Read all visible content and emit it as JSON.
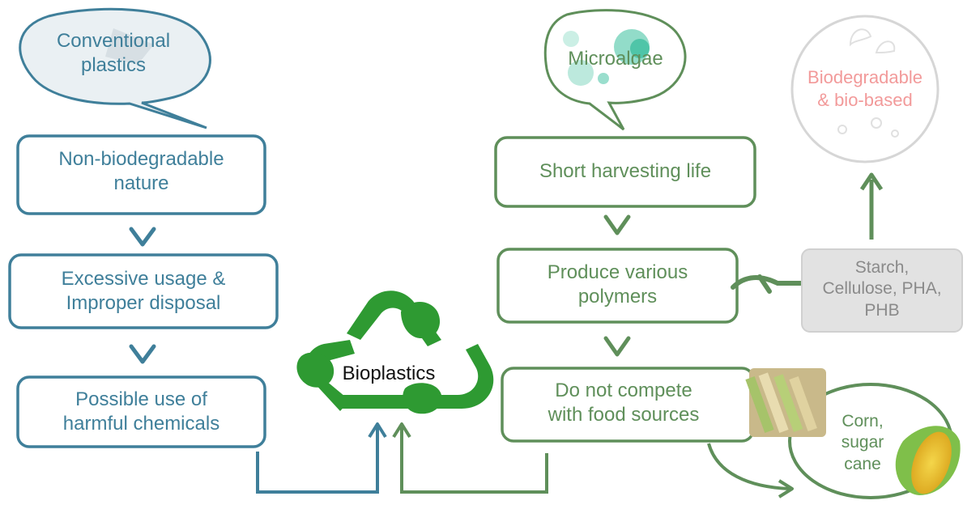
{
  "left": {
    "bubble": "Conventional\nplastics",
    "box1": "Non-biodegradable\nnature",
    "box2": "Excessive usage &\nImproper disposal",
    "box3": "Possible use of\nharmful chemicals"
  },
  "center": {
    "label": "Bioplastics"
  },
  "right": {
    "bubble": "Microalgae",
    "box1": "Short harvesting life",
    "box2": "Produce various\npolymers",
    "box3": "Do not compete\nwith food sources",
    "side_box": "Starch,\nCellulose, PHA,\nPHB",
    "bio_circle": "Biodegradable\n& bio-based",
    "corn_circle": "Corn,\nsugar\ncane"
  },
  "colors": {
    "blue": "#3f7f9a",
    "green": "#5f8f5a",
    "recycle_green": "#2e9a32",
    "pink": "#f29a9a"
  }
}
